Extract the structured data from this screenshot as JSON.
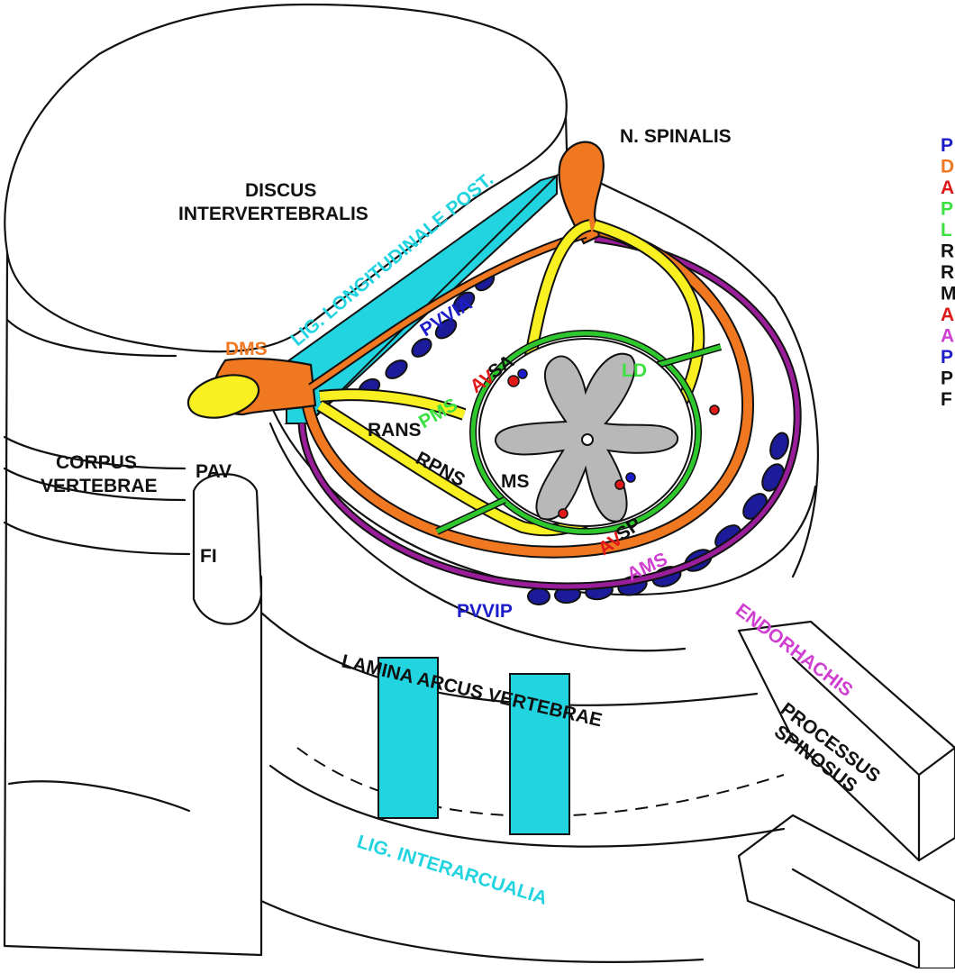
{
  "labels": {
    "n_spinalis": "N. SPINALIS",
    "discus_1": "DISCUS",
    "discus_2": "INTERVERTEBRALIS",
    "lig_long": "LIG. LONGITUDINALE POST.",
    "pvvia": "PVVIA",
    "avsa_av": "AV",
    "avsa_sa": "SA",
    "pms": "PMS",
    "ld": "LD",
    "dms": "DMS",
    "rans": "RANS",
    "rpns": "RPNS",
    "ms": "MS",
    "avsp_av": "AV",
    "avsp_sp": "SP",
    "ams": "AMS",
    "corpus_1": "CORPUS",
    "corpus_2": "VERTEBRAE",
    "pav": "PAV",
    "fi": "FI",
    "pvvip": "PVVIP",
    "endorhachis": "ENDORHACHIS",
    "lamina": "LAMINA ARCUS VERTEBRAE",
    "processus_1": "PROCESSUS",
    "processus_2": "SPINOSUS",
    "lig_inter": "LIG. INTERARCUALIA"
  },
  "legend": [
    {
      "text": "P",
      "color": "#1c1cc8"
    },
    {
      "text": "D",
      "color": "#f07820"
    },
    {
      "text": "A",
      "color": "#e01818"
    },
    {
      "text": "P",
      "color": "#3ce040"
    },
    {
      "text": "L",
      "color": "#3ce040"
    },
    {
      "text": "R",
      "color": "#111111"
    },
    {
      "text": "R",
      "color": "#111111"
    },
    {
      "text": "M",
      "color": "#111111"
    },
    {
      "text": "A",
      "color": "#e01818"
    },
    {
      "text": "A",
      "color": "#d040d0"
    },
    {
      "text": "P",
      "color": "#1c1cc8"
    },
    {
      "text": "P",
      "color": "#111111"
    },
    {
      "text": "F",
      "color": "#111111"
    }
  ],
  "colors": {
    "orange": "#f07820",
    "yellow": "#f8f020",
    "green": "#2ec82e",
    "purple": "#9a1e9a",
    "magenta": "#d040d0",
    "cyan": "#22d3e0",
    "navy": "#1c1c9a",
    "blue": "#1c1cc8",
    "red": "#e01818",
    "gray": "#b8b8b8"
  }
}
